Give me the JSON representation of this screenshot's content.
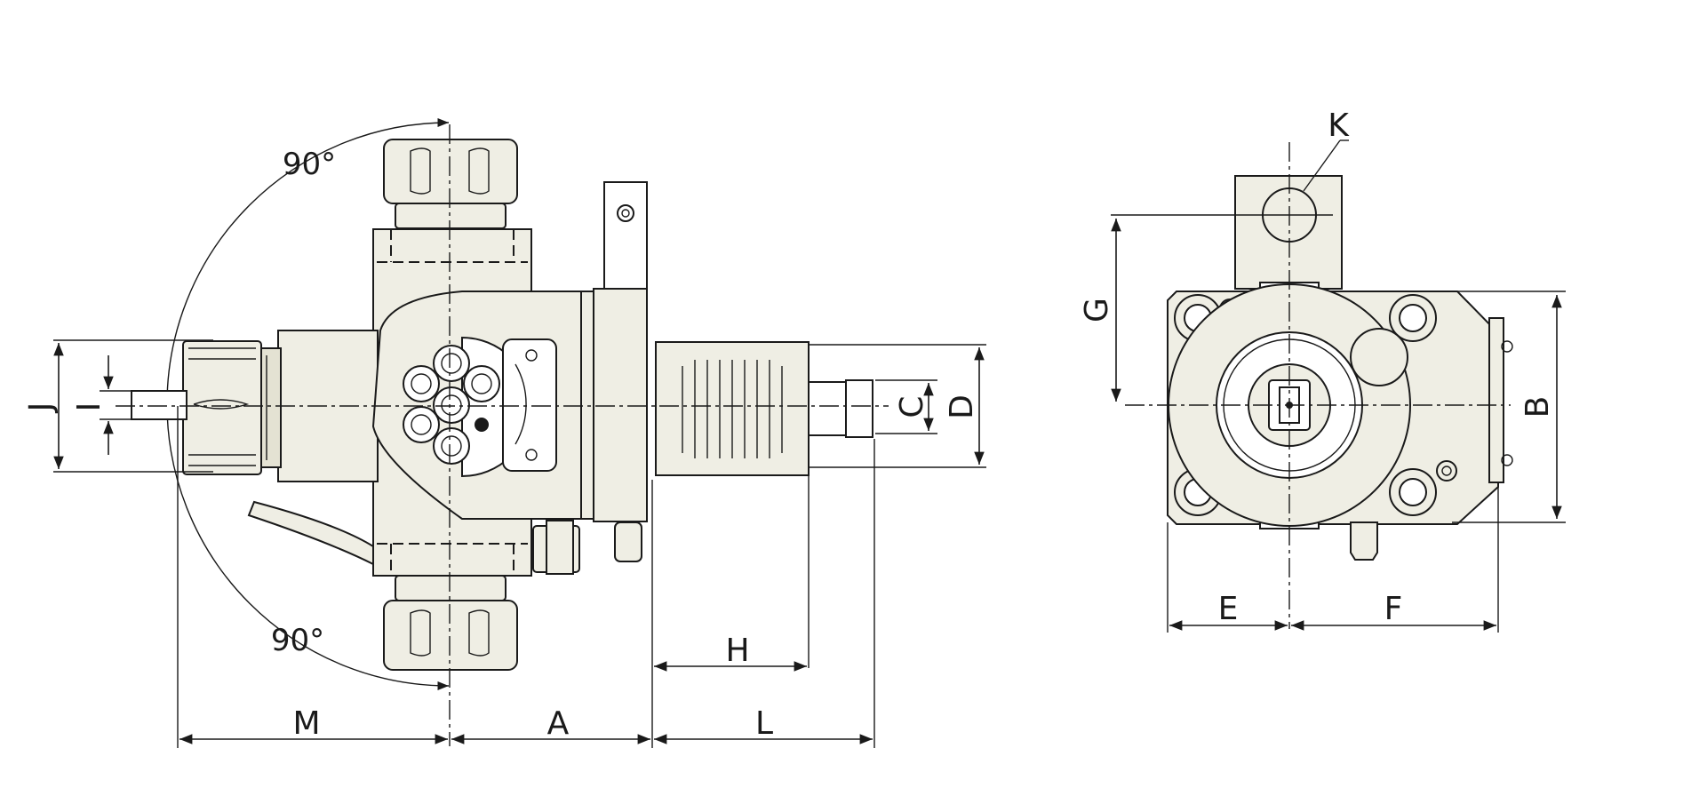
{
  "labels": {
    "M": "M",
    "A": "A",
    "L": "L",
    "H": "H",
    "J": "J",
    "I": "I",
    "C": "C",
    "D": "D",
    "K": "K",
    "G": "G",
    "B": "B",
    "E": "E",
    "F": "F"
  },
  "angles": {
    "top": "90°",
    "bottom": "90°"
  }
}
